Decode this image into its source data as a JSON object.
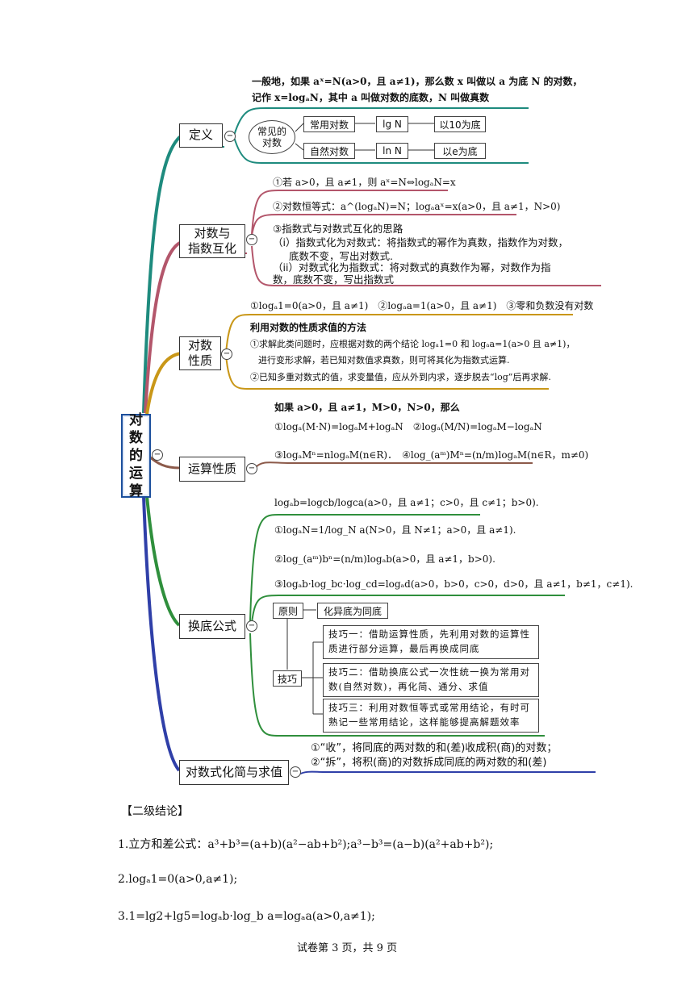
{
  "root": {
    "label": "对数的运算",
    "chars": [
      "对",
      "数",
      "的",
      "运",
      "算"
    ]
  },
  "branches": {
    "def": {
      "label": "定义"
    },
    "exchange": {
      "label1": "对数与",
      "label2": "指数互化"
    },
    "prop": {
      "label1": "对数",
      "label2": "性质"
    },
    "ops": {
      "label": "运算性质"
    },
    "base": {
      "label": "换底公式"
    },
    "simplify": {
      "label": "对数式化简与求值"
    }
  },
  "collapse_symbol": "−",
  "definition": {
    "line1": "一般地，如果 aˣ=N(a>0，且 a≠1)，那么数 x 叫做以 a 为底 N 的对数，",
    "line2": "记作 x=logₐN，其中 a 叫做对数的底数，N 叫做真数",
    "common": "常见的对数",
    "common_l1": "常见的",
    "common_l2": "对数",
    "row1": [
      "常用对数",
      "lg N",
      "以10为底"
    ],
    "row2": [
      "自然对数",
      "ln N",
      "以e为底"
    ]
  },
  "exchange": {
    "item1": "①若 a>0，且 a≠1，则 aˣ=N⇔logₐN=x",
    "item2": "②对数恒等式：a^(logₐN)=N；logₐaˣ=x(a>0，且 a≠1，N>0)",
    "item3": "③指数式与对数式互化的思路",
    "item3a": "（i）指数式化为对数式：将指数式的幂作为真数，指数作为对数，",
    "item3b": "底数不变，写出对数式.",
    "item3c": "（ii）对数式化为指数式：将对数式的真数作为幂，对数作为指",
    "item3d": "数，底数不变，写出指数式"
  },
  "properties": {
    "line1": "①logₐ1=0(a>0，且 a≠1)　②logₐa=1(a>0，且 a≠1)　③零和负数没有对数",
    "line2": "利用对数的性质求值的方法",
    "line3": "①求解此类问题时，应根据对数的两个结论 logₐ1=0 和 logₐa=1(a>0 且 a≠1)，",
    "line4": "进行变形求解，若已知对数值求真数，则可将其化为指数式运算.",
    "line5": "②已知多重对数式的值，求变量值，应从外到内求，逐步脱去“log”后再求解."
  },
  "operations": {
    "line1": "如果 a>0，且 a≠1，M>0，N>0，那么",
    "line2": "①logₐ(M·N)=logₐM+logₐN　②logₐ(M/N)=logₐM−logₐN",
    "line3": "③logₐMⁿ=nlogₐM(n∈R)．　④log_(aᵐ)Mⁿ=(n/m)logₐM(n∈R，m≠0)"
  },
  "change_base": {
    "line1": "logₐb=logcb/logca(a>0，且 a≠1；c>0，且 c≠1；b>0).",
    "line2": "①logₐN=1/log_N a(N>0，且 N≠1；a>0，且 a≠1).",
    "line3": "②log_(aᵐ)bⁿ=(n/m)logₐb(a>0，且 a≠1，b>0).",
    "line4": "③logₐb·log_bc·log_cd=logₐd(a>0，b>0，c>0，d>0，且 a≠1，b≠1，c≠1).",
    "principle": "原则",
    "principle_text": "化异底为同底",
    "skill": "技巧",
    "tip1": "技巧一：借助运算性质，先利用对数的运算性质进行部分运算，最后再换成同底",
    "tip1a": "技巧一：借助运算性质，先利用对数的运算性",
    "tip1b": "质进行部分运算，最后再换成同底",
    "tip2a": "技巧二：借助换底公式一次性统一换为常用对",
    "tip2b": "数(自然对数)，再化简、通分、求值",
    "tip3a": "技巧三：利用对数恒等式或常用结论，有时可",
    "tip3b": "熟记一些常用结论，这样能够提高解题效率"
  },
  "simplify": {
    "line1": "①“收”，将同底的两对数的和(差)收成积(商)的对数；",
    "line2": "②“拆”，将积(商)的对数拆成同底的两对数的和(差)"
  },
  "conclusions": {
    "heading": "【二级结论】",
    "c1": "1.立方和差公式：a³+b³=(a+b)(a²−ab+b²);a³−b³=(a−b)(a²+ab+b²);",
    "c2": "2.logₐ1=0(a>0,a≠1);",
    "c3": "3.1=lg2+lg5=logₐb·log_b a=logₐa(a>0,a≠1);"
  },
  "footer": "试卷第 3 页，共 9 页",
  "colors": {
    "def": "#1e8b7e",
    "exchange": "#b3566b",
    "prop": "#c99718",
    "ops": "#8c5a4a",
    "base": "#2f8f3c",
    "simplify": "#2f3fa8",
    "root_border": "#1c4f9c"
  }
}
